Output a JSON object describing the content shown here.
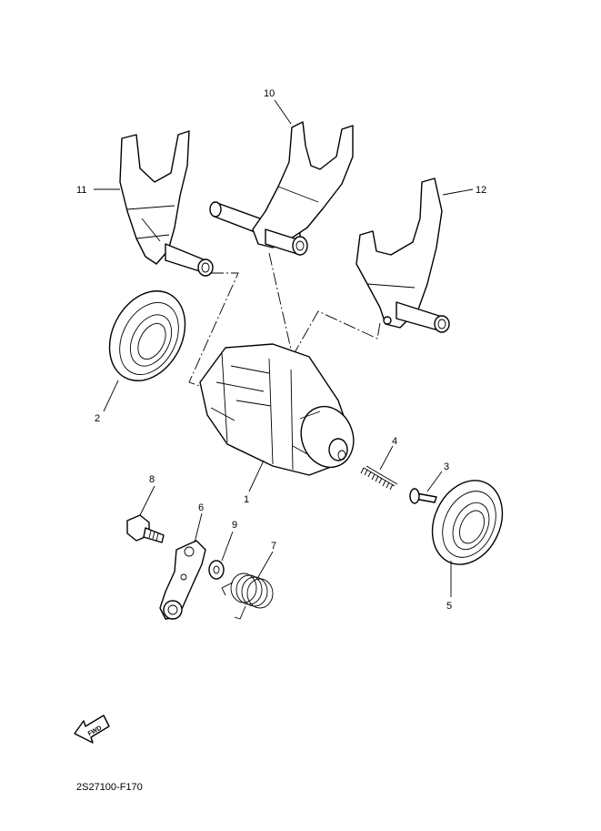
{
  "callouts": {
    "c1": "1",
    "c2": "2",
    "c3": "3",
    "c4": "4",
    "c5": "5",
    "c6": "6",
    "c7": "7",
    "c8": "8",
    "c9": "9",
    "c10": "10",
    "c11": "11",
    "c12": "12"
  },
  "fwd_label": "FWD",
  "figure_code": "2S27100-F170"
}
